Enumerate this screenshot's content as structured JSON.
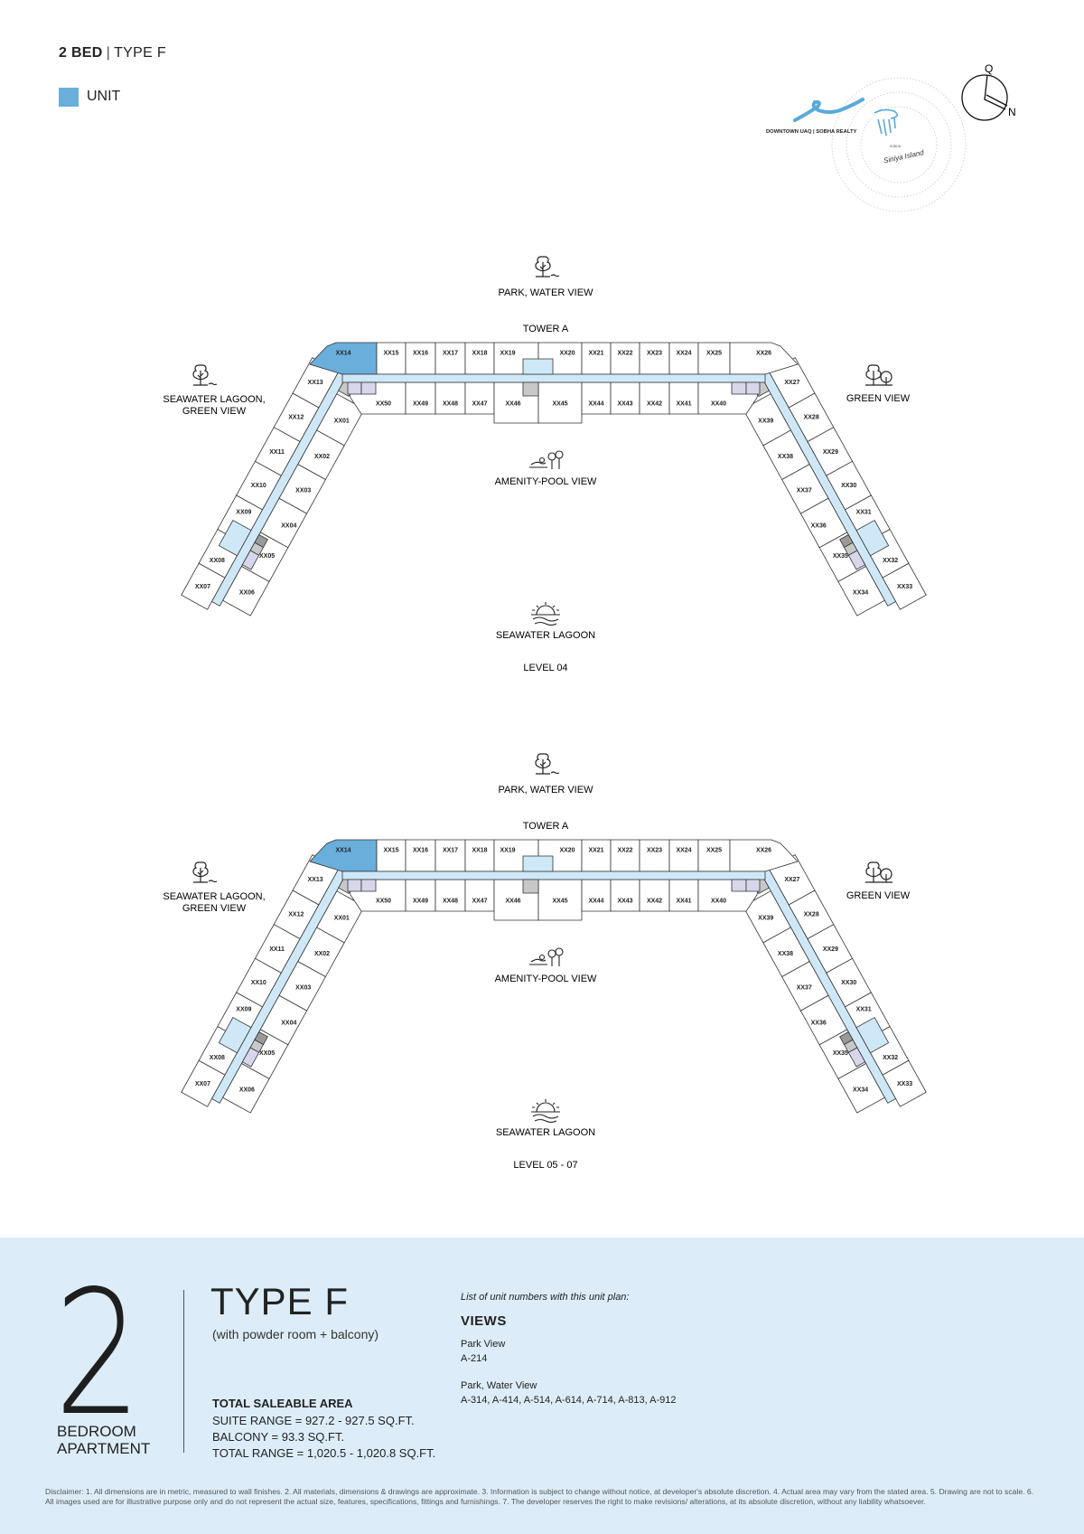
{
  "header": {
    "bed": "2 BED",
    "separator": "|",
    "type": "TYPE F"
  },
  "legend": {
    "label": "UNIT",
    "color": "#6aaedc"
  },
  "logo": {
    "tagline": "DOWNTOWN UAQ | SOBHA REALTY",
    "brand": "SOBHA",
    "script": "Siniya Island"
  },
  "compass": {
    "top": "Q",
    "bottom": "N"
  },
  "highlight_unit": "XX14",
  "colors": {
    "unit": "#6aaedc",
    "corridor": "#cfe8f7",
    "service": "#c8c8c8",
    "service_dark": "#9a9a9a",
    "lilac": "#d8d6ea",
    "panel": "#dcedf9"
  },
  "units": {
    "top_row": [
      "XX14",
      "XX15",
      "XX16",
      "XX17",
      "XX18",
      "XX19",
      "XX20",
      "XX21",
      "XX22",
      "XX23",
      "XX24",
      "XX25",
      "XX26"
    ],
    "bottom_row": [
      "XX50",
      "XX49",
      "XX48",
      "XX47",
      "XX46",
      "XX45",
      "XX44",
      "XX43",
      "XX42",
      "XX41",
      "XX40"
    ],
    "left_outer": [
      "XX13",
      "XX12",
      "XX11",
      "XX10",
      "XX09",
      "XX08",
      "XX07"
    ],
    "left_inner": [
      "XX01",
      "XX02",
      "XX03",
      "XX04",
      "XX05",
      "XX06"
    ],
    "right_outer": [
      "XX27",
      "XX28",
      "XX29",
      "XX30",
      "XX31",
      "XX32",
      "XX33"
    ],
    "right_inner": [
      "XX39",
      "XX38",
      "XX37",
      "XX36",
      "XX35",
      "XX34"
    ]
  },
  "plans": [
    {
      "north_view": "PARK, WATER VIEW",
      "tower": "TOWER A",
      "west_view_1": "SEAWATER LAGOON,",
      "west_view_2": "GREEN VIEW",
      "east_view": "GREEN VIEW",
      "center_view": "AMENITY-POOL VIEW",
      "south_view": "SEAWATER LAGOON",
      "level": "LEVEL 04"
    },
    {
      "north_view": "PARK, WATER VIEW",
      "tower": "TOWER A",
      "west_view_1": "SEAWATER LAGOON,",
      "west_view_2": "GREEN VIEW",
      "east_view": "GREEN VIEW",
      "center_view": "AMENITY-POOL VIEW",
      "south_view": "SEAWATER LAGOON",
      "level": "LEVEL 05 - 07"
    }
  ],
  "summary": {
    "bedrooms": "2",
    "bedroom_label_1": "BEDROOM",
    "bedroom_label_2": "APARTMENT",
    "type": "TYPE F",
    "subtitle": "(with powder room + balcony)",
    "area_heading": "TOTAL SALEABLE AREA",
    "suite_range": "SUITE RANGE = 927.2 - 927.5 SQ.FT.",
    "balcony": "BALCONY = 93.3 SQ.FT.",
    "total_range": "TOTAL RANGE = 1,020.5 - 1,020.8 SQ.FT.",
    "list_heading": "List of unit numbers with this unit plan:",
    "views_heading": "VIEWS",
    "view_groups": [
      {
        "name": "Park View",
        "units": "A-214"
      },
      {
        "name": "Park, Water View",
        "units": "A-314, A-414, A-514, A-614, A-714, A-813, A-912"
      }
    ]
  },
  "disclaimer": "Disclaimer: 1. All dimensions are in metric, measured to wall finishes. 2. All materials, dimensions & drawings are approximate. 3. Information is subject to change without notice, at developer's absolute discretion. 4. Actual area may vary from the stated area. 5. Drawing are not to scale. 6. All images used are for illustrative purpose only and do not represent the actual size, features, specifications, fittings and furnishings. 7. The developer reserves the right to make revisions/ alterations, at its absolute discretion, without any liability whatsoever."
}
